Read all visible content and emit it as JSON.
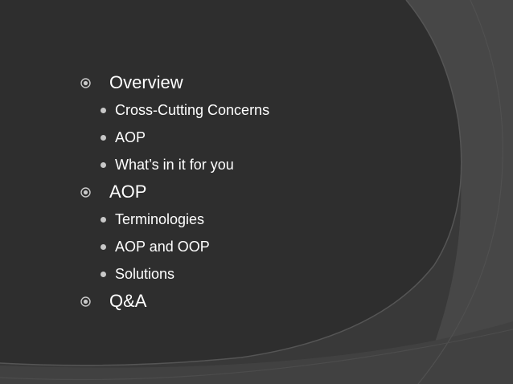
{
  "slide": {
    "colors": {
      "background": "#3b3b3b",
      "dark_panel": "#2e2e2e",
      "light_band": "#4a4a4a",
      "text": "#ffffff",
      "bullet": "#c8c8c8"
    },
    "bullet_icons": {
      "level1": "ring-dot-bullet-icon",
      "level2": "dot-bullet-icon"
    },
    "outline": [
      {
        "text": "Overview",
        "children": [
          "Cross-Cutting Concerns",
          "AOP",
          "What’s in it for you"
        ]
      },
      {
        "text": "AOP",
        "children": [
          "Terminologies",
          "AOP and OOP",
          "Solutions"
        ]
      },
      {
        "text": "Q&A",
        "children": []
      }
    ]
  }
}
